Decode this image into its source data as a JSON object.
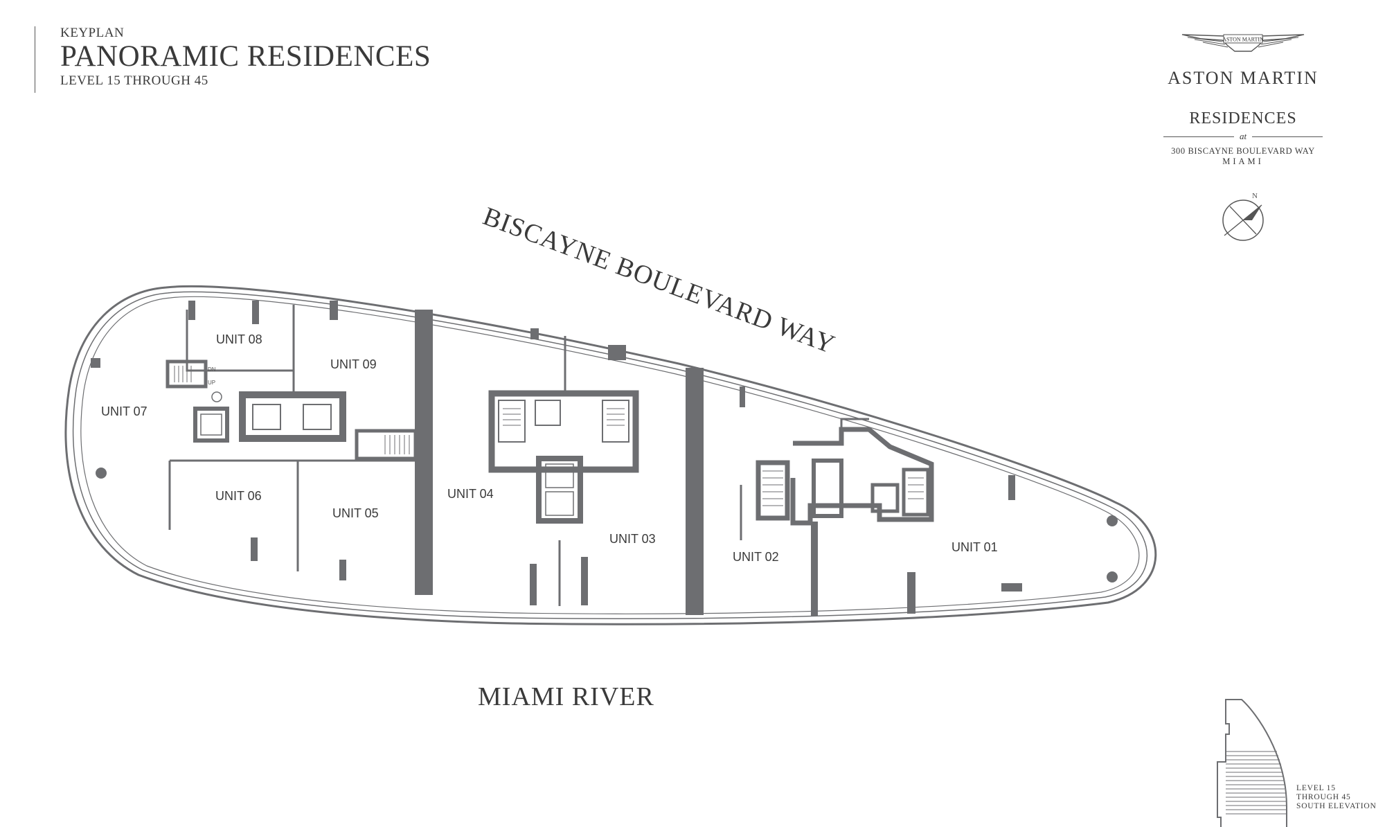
{
  "header": {
    "kicker": "KEYPLAN",
    "title": "PANORAMIC RESIDENCES",
    "subtitle": "LEVEL 15 THROUGH 45"
  },
  "brand": {
    "badge": "ASTON MARTIN",
    "name": "ASTON MARTIN",
    "residences": "RESIDENCES",
    "at": "at",
    "address": "300 BISCAYNE BOULEVARD WAY",
    "city": "MIAMI",
    "north_mark": "N"
  },
  "plan": {
    "street_north": "BISCAYNE BOULEVARD WAY",
    "river": "MIAMI RIVER",
    "units": {
      "u01": "UNIT 01",
      "u02": "UNIT 02",
      "u03": "UNIT 03",
      "u04": "UNIT 04",
      "u05": "UNIT 05",
      "u06": "UNIT 06",
      "u07": "UNIT 07",
      "u08": "UNIT 08",
      "u09": "UNIT 09"
    },
    "stairs": {
      "up": "UP",
      "down": "DN"
    }
  },
  "elevation": {
    "line1": "LEVEL 15",
    "line2": "THROUGH 45",
    "line3": "SOUTH ELEVATION"
  },
  "colors": {
    "wall": "#6d6e71",
    "line": "#555555",
    "text": "#3a3a3a"
  }
}
